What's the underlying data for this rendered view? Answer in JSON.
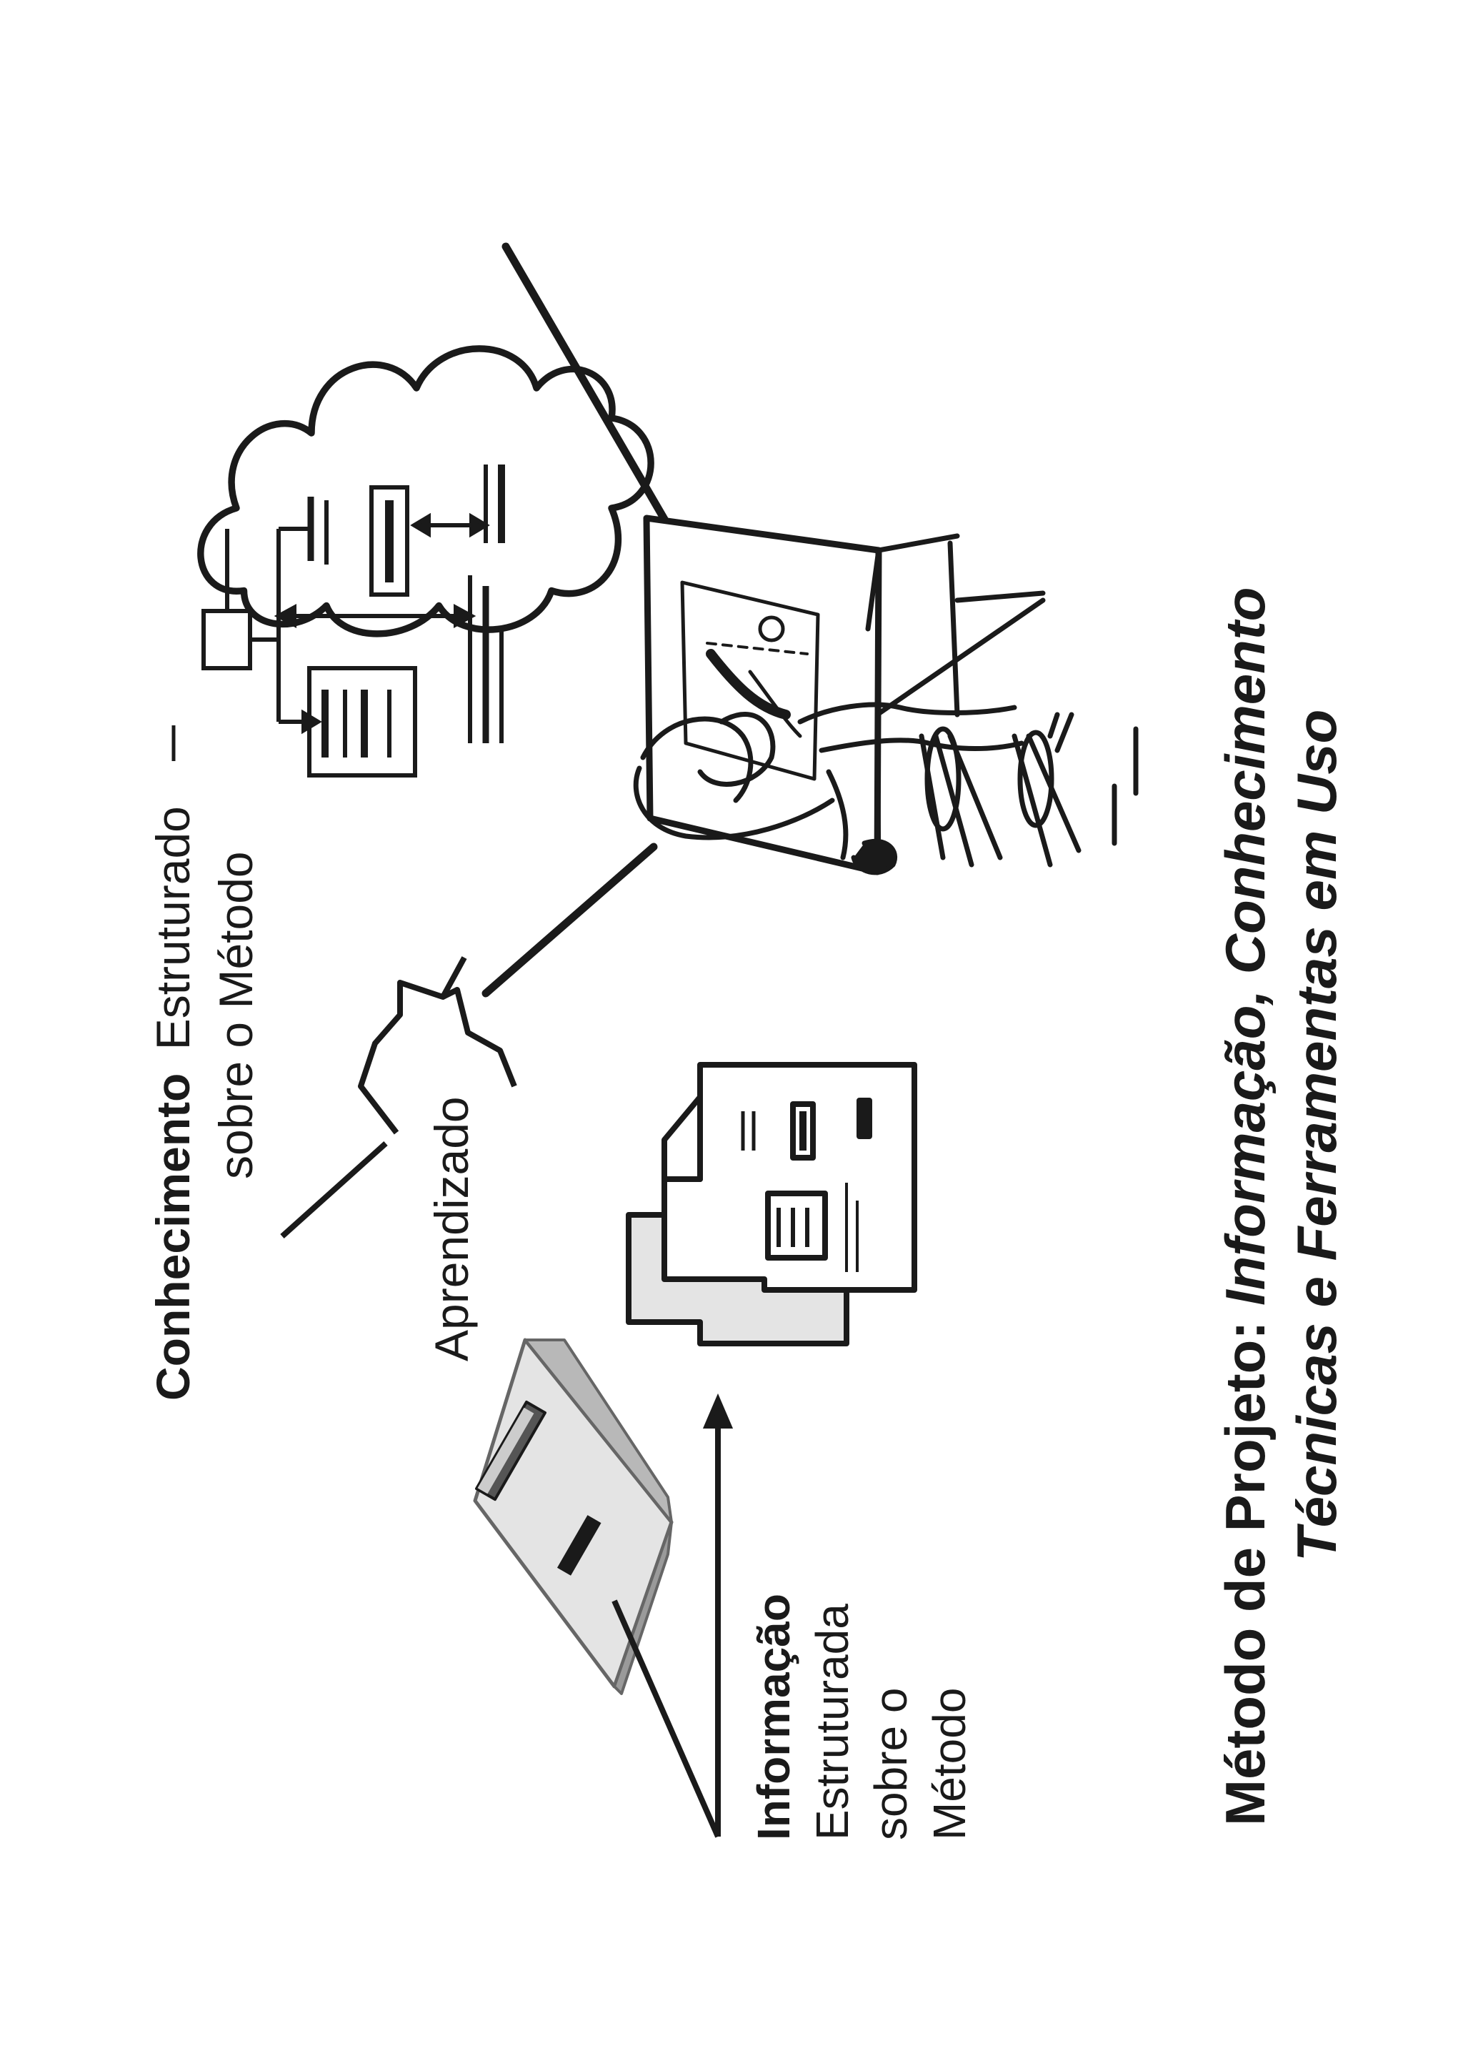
{
  "diagram": {
    "knowledge_label_bold": "Conhecimento",
    "knowledge_label_rest": "Estruturado",
    "knowledge_label_line2": "sobre o Método",
    "learning_label": "Aprendizado",
    "info_label_bold": "Informação",
    "info_label_line2": "Estruturada",
    "info_label_line3": "sobre o",
    "info_label_line4": "Método",
    "caption_plain": "Método de Projeto: ",
    "caption_italic1": "Informação, Conhecimento",
    "caption_italic2": "Técnicas e Ferramentas em Uso"
  },
  "colors": {
    "ink": "#1a1a1a",
    "paper": "#ffffff",
    "light_gray": "#e4e4e4",
    "mid_gray": "#b8b8b8"
  }
}
